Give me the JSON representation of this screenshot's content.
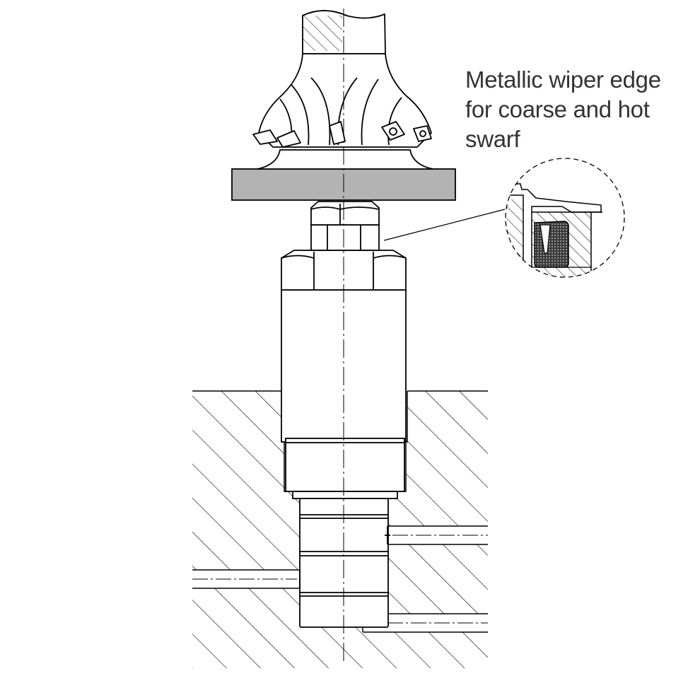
{
  "annotation": {
    "lines": [
      "Metallic wiper edge",
      "for coarse and hot",
      "swarf"
    ]
  },
  "colors": {
    "line": "#000000",
    "plate_fill": "#b3b3b3",
    "seal_fill": "#3a3a3a",
    "text": "#333333"
  }
}
